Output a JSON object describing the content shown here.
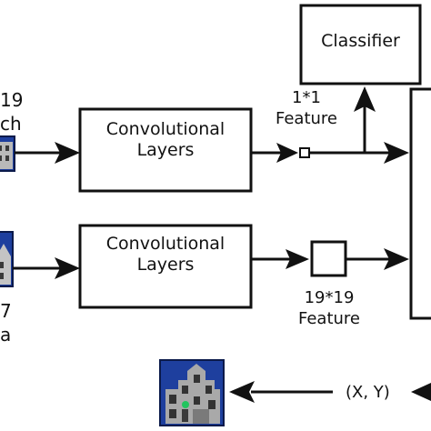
{
  "nodes": {
    "classifier": {
      "label": "Classifier"
    },
    "conv_top": {
      "line1": "Convolutional",
      "line2": "Layers"
    },
    "conv_bottom": {
      "line1": "Convolutional",
      "line2": "Layers"
    }
  },
  "features": {
    "small": {
      "size": "1*1",
      "word": "Feature"
    },
    "large": {
      "size": "19*19",
      "word": "Feature"
    }
  },
  "output": {
    "coords": "(X, Y)"
  },
  "input_fragments": {
    "top_a": "19",
    "top_b": "ch",
    "bottom_a": "7",
    "bottom_b": "a"
  },
  "colors": {
    "ink": "#111111",
    "patch_blue": "#1e3f9e",
    "building": "#9a9a9a",
    "marker": "#22c55e"
  }
}
